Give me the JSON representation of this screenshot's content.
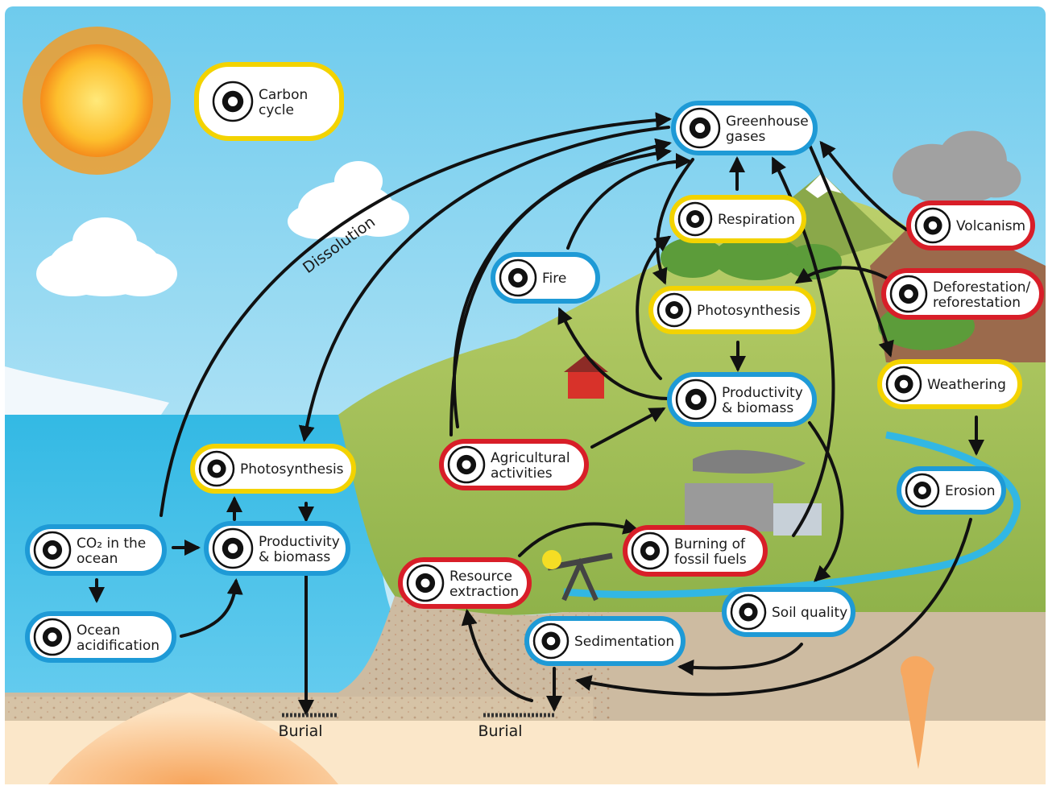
{
  "title": "Carbon cycle",
  "colors": {
    "natural_border": "#1e9ad6",
    "supporting_border": "#f3d300",
    "human_border": "#d81e28",
    "arrow": "#111111",
    "sky_top": "#6ecbed",
    "sky_bottom": "#dff3fb",
    "ocean": "#2fb7e3",
    "land": "#a9c45a",
    "sediment": "#cdbba1",
    "magma": "#f6b06f"
  },
  "nodes": {
    "carbon_cycle": {
      "line1": "Carbon",
      "line2": "cycle",
      "icon": "cycle-icon"
    },
    "greenhouse_gases": {
      "line1": "Greenhouse",
      "line2": "gases",
      "icon": "co2-molecule-icon"
    },
    "respiration": {
      "line1": "Respiration",
      "icon": "microbe-icon"
    },
    "photosynthesis_land": {
      "line1": "Photosynthesis",
      "icon": "leaf-icon"
    },
    "productivity_land": {
      "line1": "Productivity",
      "line2": "& biomass",
      "icon": "biomass-icon"
    },
    "fire": {
      "line1": "Fire",
      "icon": "flame-icon"
    },
    "volcanism": {
      "line1": "Volcanism",
      "icon": "volcano-icon"
    },
    "deforestation": {
      "line1": "Deforestation/",
      "line2": "reforestation",
      "icon": "tree-icon"
    },
    "weathering": {
      "line1": "Weathering",
      "icon": "rock-icon"
    },
    "erosion": {
      "line1": "Erosion",
      "icon": "erosion-icon"
    },
    "agricultural": {
      "line1": "Agricultural",
      "line2": "activities",
      "icon": "farm-icon"
    },
    "burning_fossil": {
      "line1": "Burning of",
      "line2": "fossil fuels",
      "icon": "factory-icon"
    },
    "resource_extraction": {
      "line1": "Resource",
      "line2": "extraction",
      "icon": "pumpjack-icon"
    },
    "soil_quality": {
      "line1": "Soil quality",
      "icon": "soil-icon"
    },
    "sedimentation": {
      "line1": "Sedimentation",
      "icon": "sediment-layers-icon"
    },
    "photosynthesis_ocean": {
      "line1": "Photosynthesis",
      "icon": "leaf-icon"
    },
    "productivity_ocean": {
      "line1": "Productivity",
      "line2": "& biomass",
      "icon": "biomass-icon"
    },
    "co2_ocean": {
      "line1": "CO₂ in the",
      "line2": "ocean",
      "icon": "co2-molecule-icon"
    },
    "ocean_acidification": {
      "line1": "Ocean",
      "line2": "acidification",
      "icon": "acidification-icon"
    }
  },
  "labels": {
    "dissolution": "Dissolution",
    "burial_left": "Burial",
    "burial_right": "Burial"
  }
}
